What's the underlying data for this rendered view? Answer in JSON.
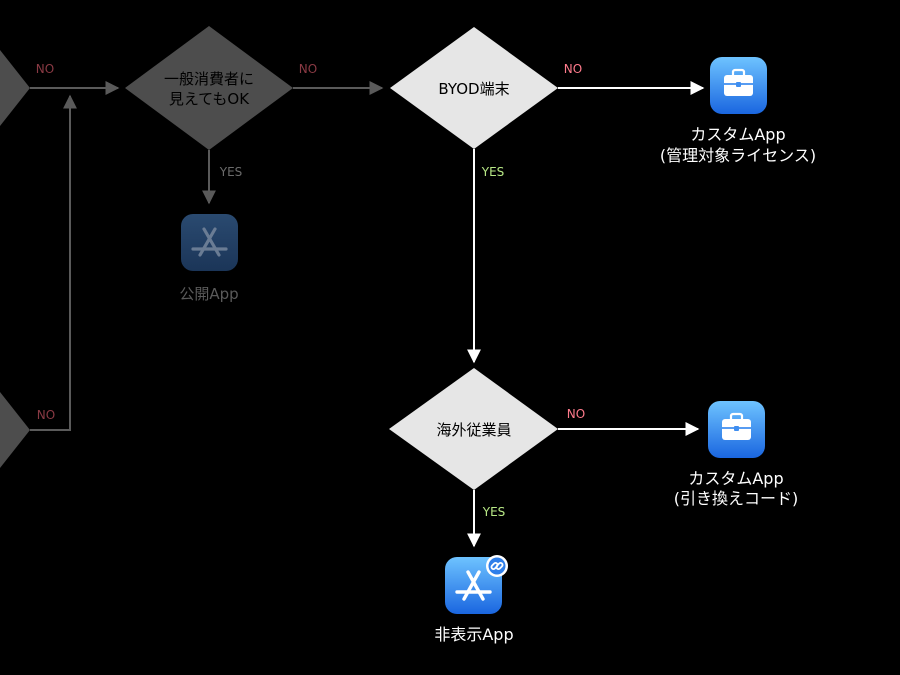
{
  "colors": {
    "background": "#000000",
    "diamond_active": "#e6e6e6",
    "diamond_dim": "#4d4d4d",
    "line_active": "#ffffff",
    "line_dim": "#5a5a5a",
    "no_active": "#ff7b8c",
    "no_dim": "#8a3a44",
    "yes_active": "#b8e986",
    "yes_dim": "#6b6b6b",
    "icon_blue_top": "#6ec3ff",
    "icon_blue_bottom": "#1a66e0"
  },
  "nodes": {
    "consumer": {
      "line1": "一般消費者に",
      "line2": "見えてもOK"
    },
    "byod": {
      "label": "BYOD端末"
    },
    "overseas": {
      "label": "海外従業員"
    }
  },
  "edges": {
    "left_top_no": "NO",
    "consumer_no": "NO",
    "consumer_yes": "YES",
    "byod_no": "NO",
    "byod_yes": "YES",
    "left_bottom_no": "NO",
    "overseas_no": "NO",
    "overseas_yes": "YES"
  },
  "outcomes": {
    "public_app": {
      "label": "公開App",
      "icon": "app-store-icon"
    },
    "custom_managed": {
      "line1": "カスタムApp",
      "line2": "(管理対象ライセンス)",
      "icon": "briefcase-icon"
    },
    "custom_redeem": {
      "line1": "カスタムApp",
      "line2": "(引き換えコード)",
      "icon": "briefcase-icon"
    },
    "unlisted_app": {
      "label": "非表示App",
      "icon": "app-store-link-icon"
    }
  }
}
